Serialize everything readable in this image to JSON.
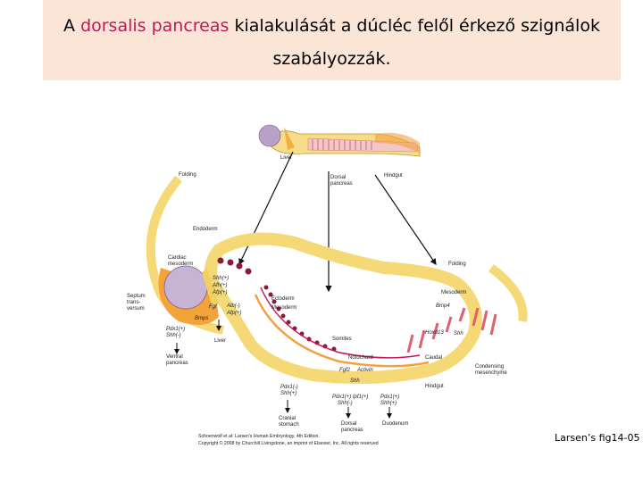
{
  "title": {
    "prefix": "A ",
    "highlight": "dorsalis pancreas",
    "suffix": " kialakulását a dúcléc felől érkező szignálok",
    "line2": "szabályozzák."
  },
  "credit": "Larsen’s fig14-05",
  "diagram": {
    "labels": {
      "liver_top": "Liver",
      "dorsal_pancreas": "Dorsal",
      "dorsal_pancreas2": "pancreas",
      "hindgut_top": "Hindgut",
      "folding_left": "Folding",
      "folding_right": "Folding",
      "endoderm": "Endoderm",
      "cardiac_mesoderm": "Cardiac",
      "cardiac_mesoderm2": "mesoderm",
      "shh_plus": "Shh(+)",
      "afh_plus": "Afh(+)",
      "afp_plus": "Afp(+)",
      "fgf": "Fgf",
      "alb_minus": "Alb(-)",
      "afp_plus2": "Afp(+)",
      "bmps": "Bmps",
      "septum1": "Septum",
      "septum2": "trans-",
      "septum3": "versum",
      "pdx1_plus": "Pdx1(+)",
      "shh_minus": "Shh(-)",
      "liver_bottom": "Liver",
      "ventral1": "Ventral",
      "ventral2": "pancreas",
      "ectoderm": "Ectoderm",
      "mesoderm_mid": "Mesoderm",
      "mesoderm_right": "Mesoderm",
      "bmp4": "Bmp4",
      "hoxd13": "Hoxd13",
      "shh_right": "Shh",
      "somites": "Somites",
      "notochord": "Notochord",
      "fgf2": "Fgf2",
      "activin": "Activin",
      "shh_mid": "Shh",
      "caudal": "Caudal",
      "condensing1": "Condensing",
      "condensing2": "mesenchyme",
      "hindgut_bottom": "Hindgut",
      "pdx1_minus": "Pdx1(-)",
      "shh_minus2": "Shh(+)",
      "cranial1": "Cranial",
      "cranial2": "stomach",
      "pdx_mid": "Pdx1(+) Ipf1(+)",
      "shh_minus3": "Shh(-)",
      "dorsal_bottom1": "Dorsal",
      "dorsal_bottom2": "pancreas",
      "pdx1_plus3": "Pdx1(+)",
      "shh_plus3": "Shh(+)",
      "duodenum": "Duodenum"
    },
    "copyright1": "Schoenwolf et al: Larsen's Human Embryology, 4th Edition.",
    "copyright2": "Copyright © 2008 by Churchill Livingstone, an imprint of Elsevier, Inc. All rights reserved"
  }
}
